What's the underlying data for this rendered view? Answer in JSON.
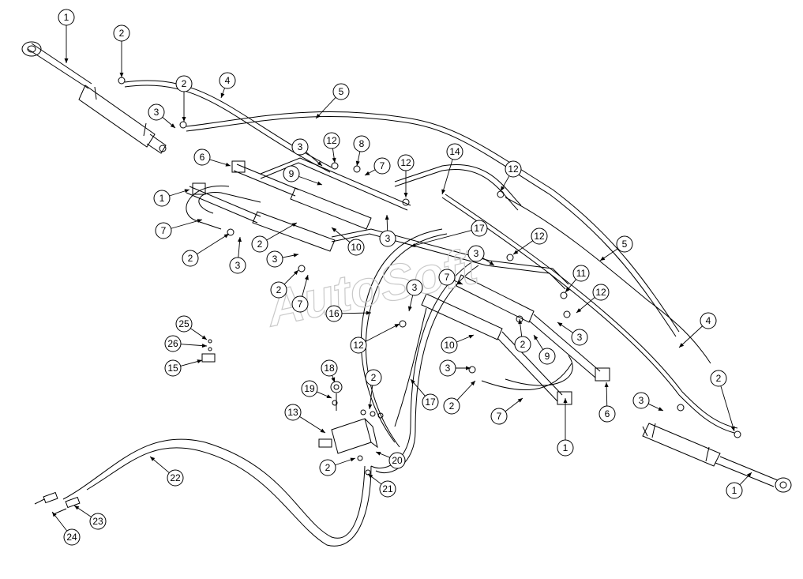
{
  "watermark": "AutoSoft",
  "callouts": [
    {
      "id": "c1",
      "label": "1"
    },
    {
      "id": "c2",
      "label": "2"
    },
    {
      "id": "c3",
      "label": "2"
    },
    {
      "id": "c4",
      "label": "4"
    },
    {
      "id": "c5",
      "label": "5"
    },
    {
      "id": "c6",
      "label": "3"
    },
    {
      "id": "c7",
      "label": "3"
    },
    {
      "id": "c8",
      "label": "12"
    },
    {
      "id": "c9",
      "label": "8"
    },
    {
      "id": "c10",
      "label": "9"
    },
    {
      "id": "c11",
      "label": "7"
    },
    {
      "id": "c12",
      "label": "6"
    },
    {
      "id": "c13",
      "label": "1"
    },
    {
      "id": "c14",
      "label": "7"
    },
    {
      "id": "c15",
      "label": "12"
    },
    {
      "id": "c16",
      "label": "14"
    },
    {
      "id": "c17",
      "label": "12"
    },
    {
      "id": "c18",
      "label": "3"
    },
    {
      "id": "c19",
      "label": "2"
    },
    {
      "id": "c20",
      "label": "3"
    },
    {
      "id": "c21",
      "label": "2"
    },
    {
      "id": "c22",
      "label": "3"
    },
    {
      "id": "c23",
      "label": "10"
    },
    {
      "id": "c24",
      "label": "2"
    },
    {
      "id": "c25",
      "label": "7"
    },
    {
      "id": "c26",
      "label": "17"
    },
    {
      "id": "c27",
      "label": "12"
    },
    {
      "id": "c28",
      "label": "5"
    },
    {
      "id": "c29",
      "label": "3"
    },
    {
      "id": "c30",
      "label": "7"
    },
    {
      "id": "c31",
      "label": "11"
    },
    {
      "id": "c32",
      "label": "3"
    },
    {
      "id": "c33",
      "label": "12"
    },
    {
      "id": "c34",
      "label": "16"
    },
    {
      "id": "c35",
      "label": "12"
    },
    {
      "id": "c36",
      "label": "10"
    },
    {
      "id": "c37",
      "label": "2"
    },
    {
      "id": "c38",
      "label": "9"
    },
    {
      "id": "c39",
      "label": "3"
    },
    {
      "id": "c40",
      "label": "4"
    },
    {
      "id": "c41",
      "label": "25"
    },
    {
      "id": "c42",
      "label": "26"
    },
    {
      "id": "c43",
      "label": "15"
    },
    {
      "id": "c44",
      "label": "18"
    },
    {
      "id": "c45",
      "label": "19"
    },
    {
      "id": "c46",
      "label": "2"
    },
    {
      "id": "c47",
      "label": "13"
    },
    {
      "id": "c48",
      "label": "3"
    },
    {
      "id": "c49",
      "label": "2"
    },
    {
      "id": "c50",
      "label": "17"
    },
    {
      "id": "c51",
      "label": "7"
    },
    {
      "id": "c52",
      "label": "6"
    },
    {
      "id": "c53",
      "label": "3"
    },
    {
      "id": "c54",
      "label": "2"
    },
    {
      "id": "c55",
      "label": "1"
    },
    {
      "id": "c56",
      "label": "1"
    },
    {
      "id": "c57",
      "label": "20"
    },
    {
      "id": "c58",
      "label": "2"
    },
    {
      "id": "c59",
      "label": "21"
    },
    {
      "id": "c60",
      "label": "22"
    },
    {
      "id": "c61",
      "label": "23"
    },
    {
      "id": "c62",
      "label": "24"
    }
  ]
}
